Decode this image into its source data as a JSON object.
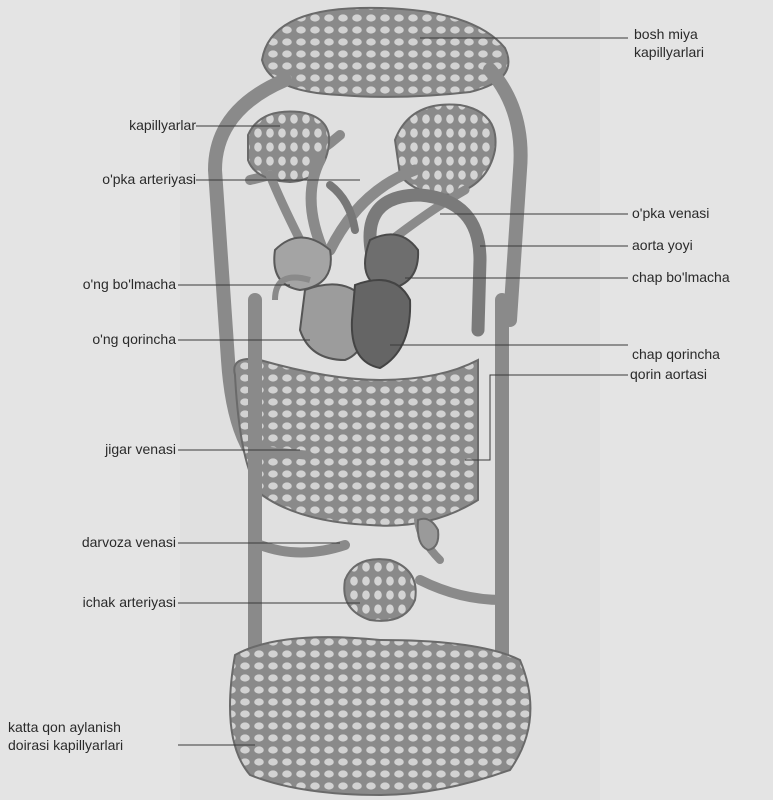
{
  "labels_left": {
    "kapillyarlar": "kapillyarlar",
    "opka_arteriyasi": "o'pka arteriyasi",
    "ong_bolmacha": "o'ng bo'lmacha",
    "ong_qorincha": "o'ng qorincha",
    "jigar_venasi": "jigar venasi",
    "darvoza_venasi": "darvoza venasi",
    "ichak_arteriyasi": "ichak arteriyasi",
    "katta_qon_line1": "katta qon aylanish",
    "katta_qon_line2": "doirasi kapillyarlari"
  },
  "labels_right": {
    "bosh_miya_line1": "bosh miya",
    "bosh_miya_line2": "kapillyarlari",
    "opka_venasi": "o'pka venasi",
    "aorta_yoyi": "aorta yoyi",
    "chap_bolmacha": "chap bo'lmacha",
    "chap_qorincha": "chap qorincha",
    "qorin_aortasi": "qorin aortasi"
  },
  "colors": {
    "vessel": "#8a8a8a",
    "vessel_dark": "#5a5a5a",
    "heart_right": "#9a9a9a",
    "heart_left": "#6a6a6a",
    "leader": "#3a3a3a",
    "background": "#e6e6e6"
  }
}
